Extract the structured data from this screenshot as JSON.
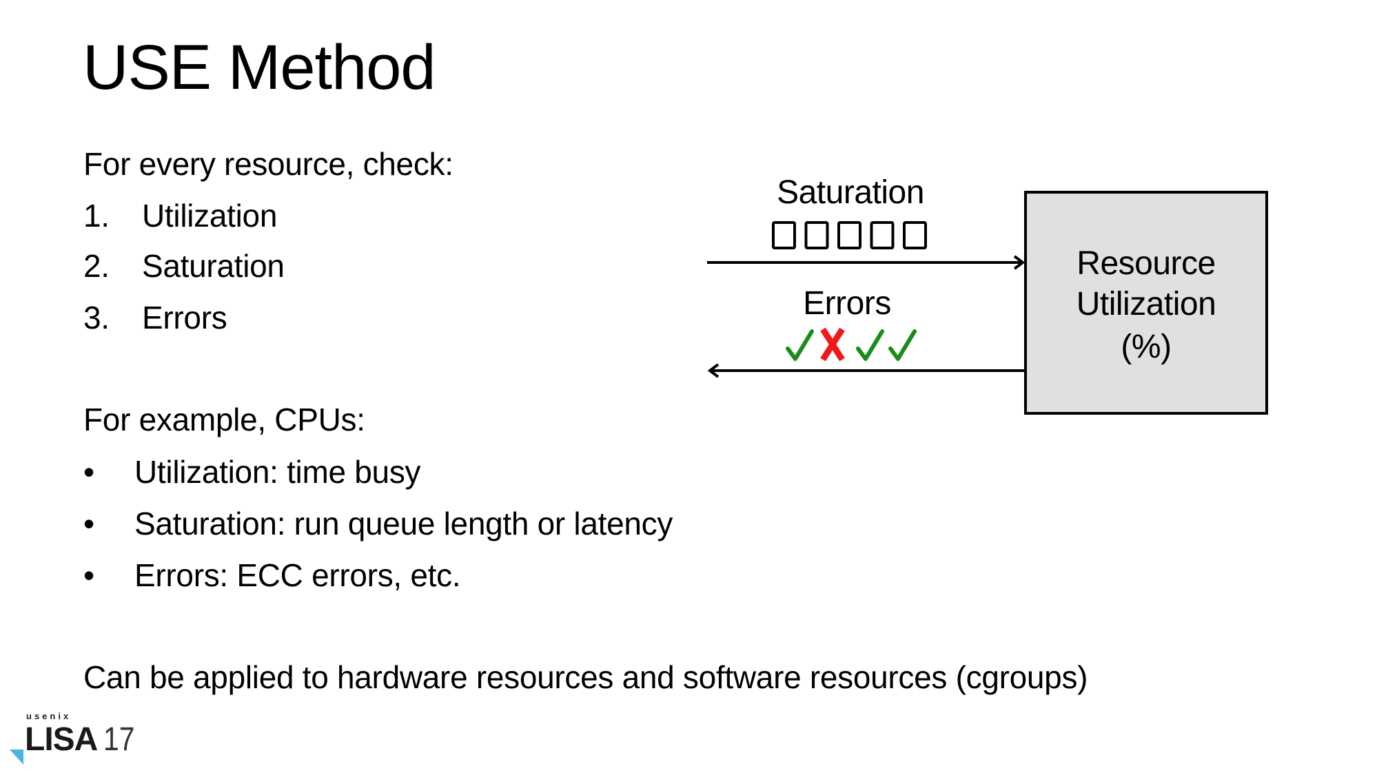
{
  "slide": {
    "title": "USE Method",
    "intro": "For every resource, check:",
    "checklist": [
      {
        "num": "1.",
        "text": "Utilization"
      },
      {
        "num": "2.",
        "text": "Saturation"
      },
      {
        "num": "3.",
        "text": "Errors"
      }
    ],
    "example_heading": "For example, CPUs:",
    "examples": [
      {
        "bullet": "•",
        "text": "Utilization: time busy"
      },
      {
        "bullet": "•",
        "text": "Saturation: run queue length or latency"
      },
      {
        "bullet": "•",
        "text": "Errors: ECC errors, etc."
      }
    ],
    "footer_note": "Can be applied to hardware resources and software resources (cgroups)"
  },
  "diagram": {
    "saturation_label": "Saturation",
    "queue_slots": 5,
    "errors_label": "Errors",
    "error_marks": [
      "check",
      "x",
      "check",
      "check"
    ],
    "resource_lines": [
      "Resource",
      "Utilization",
      "(%)"
    ],
    "colors": {
      "check": "#1a8c1a",
      "x": "#f01818",
      "box_fill": "#e0e0e0",
      "stroke": "#000000"
    }
  },
  "logo": {
    "org": "usenix",
    "name": "LISA",
    "year": "17",
    "accent": "#4ab4e0"
  }
}
